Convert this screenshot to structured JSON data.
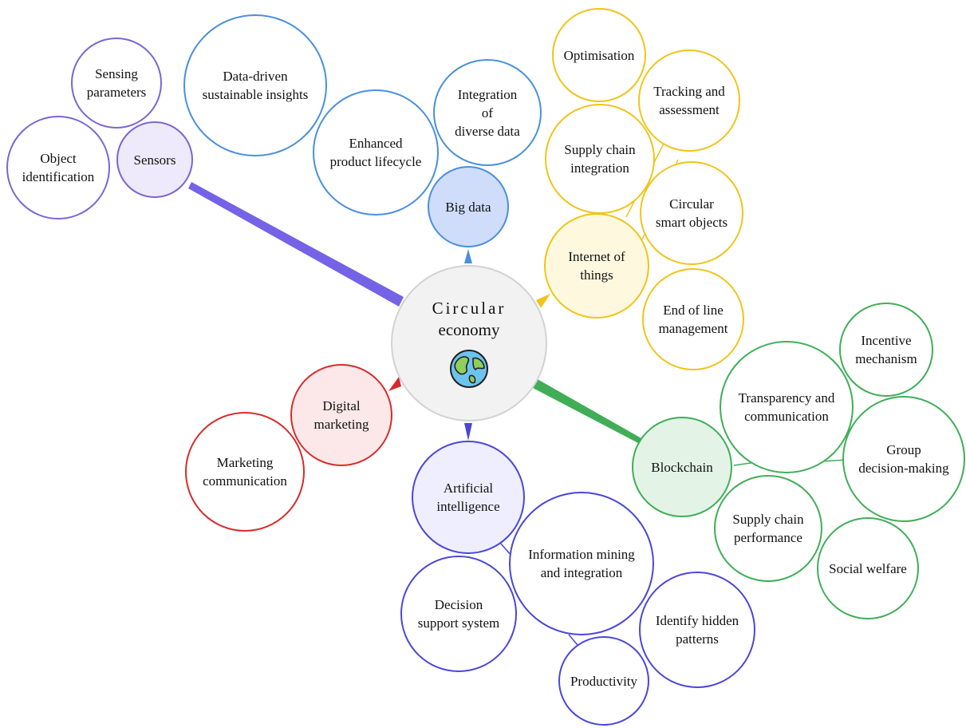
{
  "center": {
    "line1": "Circular",
    "line2": "economy",
    "icon": "globe-icon"
  },
  "branches": {
    "sensors": {
      "color": "#7b65d4",
      "hub": "Sensors",
      "leaves": [
        "Sensing\nparameters",
        "Object\nidentification"
      ]
    },
    "big_data": {
      "color": "#4a8fdb",
      "hub": "Big data",
      "leaves": [
        "Data-driven\nsustainable insights",
        "Enhanced\nproduct lifecycle",
        "Integration\nof\ndiverse data"
      ]
    },
    "iot": {
      "color": "#f0c419",
      "hub": "Internet of\nthings",
      "leaves": [
        "Optimisation",
        "Tracking and\nassessment",
        "Supply chain\nintegration",
        "Circular\nsmart objects",
        "End of line\nmanagement"
      ]
    },
    "blockchain": {
      "color": "#3fae57",
      "hub": "Blockchain",
      "leaves": [
        "Incentive\nmechanism",
        "Transparency and\ncommunication",
        "Group\ndecision-making",
        "Supply chain\nperformance",
        "Social welfare"
      ]
    },
    "digital_marketing": {
      "color": "#d62b2b",
      "hub": "Digital\nmarketing",
      "leaves": [
        "Marketing\ncommunication"
      ]
    },
    "ai": {
      "color": "#4a47d6",
      "hub": "Artificial\nintelligence",
      "leaves": [
        "Information mining\nand integration",
        "Decision\nsupport system",
        "Identify hidden\npatterns",
        "Productivity"
      ]
    }
  }
}
